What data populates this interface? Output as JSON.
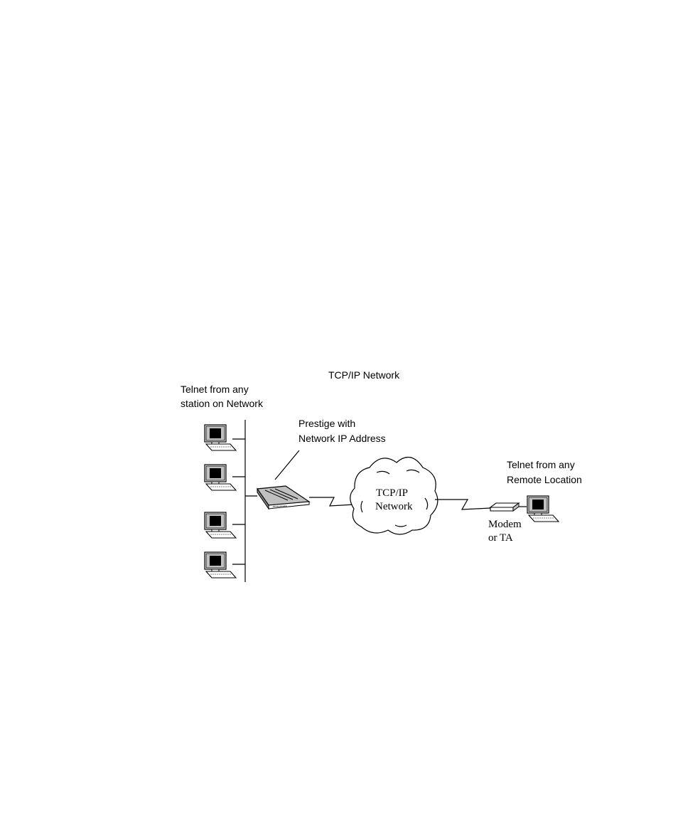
{
  "title": "TCP/IP Network",
  "labels": {
    "local_stations": [
      "Telnet from any",
      "station on Network"
    ],
    "prestige": [
      "Prestige with",
      "Network IP Address"
    ],
    "remote": [
      "Telnet from any",
      "Remote Location"
    ],
    "cloud": [
      "TCP/IP",
      "Network"
    ],
    "modem": [
      "Modem",
      "or TA"
    ]
  },
  "icons": {
    "computer": "computer-icon",
    "router": "router-icon",
    "cloud": "cloud-icon",
    "modem": "modem-icon"
  },
  "colors": {
    "line": "#000000",
    "screen": "#000000",
    "device_face": "#c0c0c0",
    "background": "#ffffff"
  }
}
